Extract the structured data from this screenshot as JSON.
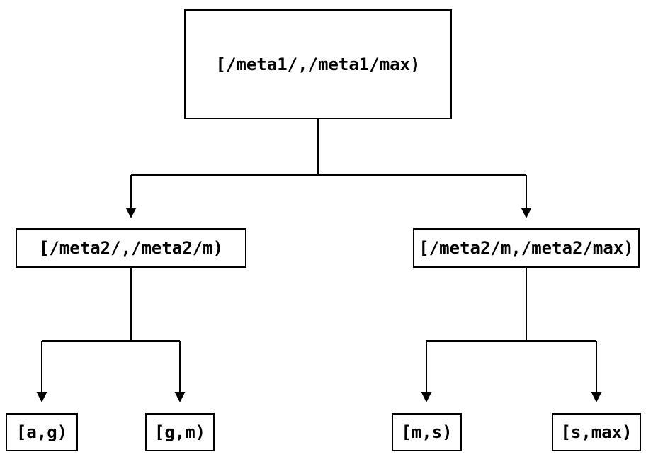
{
  "diagram": {
    "type": "tree",
    "description": "Binary key-range partition tree",
    "colors": {
      "background": "#ffffff",
      "line": "#000000",
      "box_border": "#000000",
      "text": "#000000"
    },
    "nodes": {
      "root": {
        "label": "[/meta1/,/meta1/max)"
      },
      "left": {
        "label": "[/meta2/,/meta2/m)"
      },
      "right": {
        "label": "[/meta2/m,/meta2/max)"
      },
      "leaf_ag": {
        "label": "[a,g)"
      },
      "leaf_gm": {
        "label": "[g,m)"
      },
      "leaf_ms": {
        "label": "[m,s)"
      },
      "leaf_smax": {
        "label": "[s,max)"
      }
    },
    "edges": [
      {
        "from": "root",
        "to": "left"
      },
      {
        "from": "root",
        "to": "right"
      },
      {
        "from": "left",
        "to": "leaf_ag"
      },
      {
        "from": "left",
        "to": "leaf_gm"
      },
      {
        "from": "right",
        "to": "leaf_ms"
      },
      {
        "from": "right",
        "to": "leaf_smax"
      }
    ]
  }
}
